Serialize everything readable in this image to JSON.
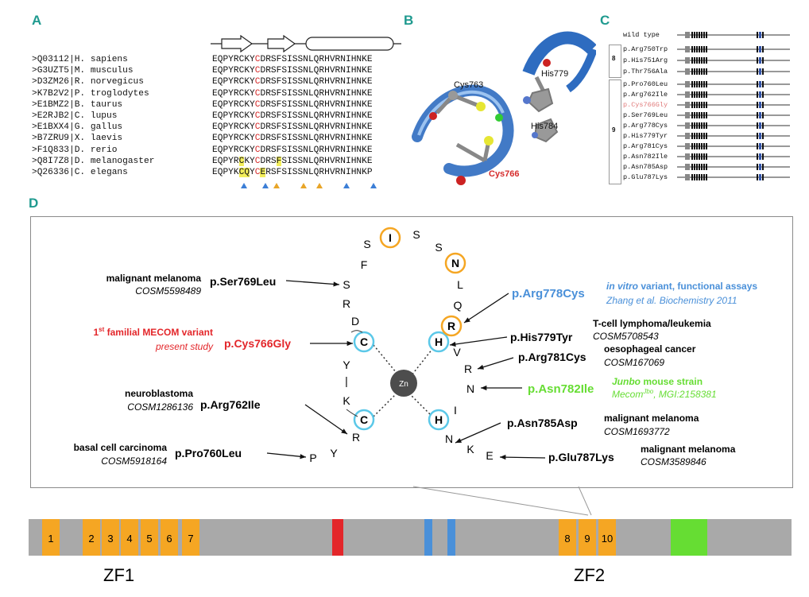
{
  "panels": {
    "a": "A",
    "b": "B",
    "c": "C",
    "d": "D"
  },
  "alignment": {
    "rows": [
      {
        "id": ">Q03112|H. sapiens",
        "seq_pre": "EQPYRCKY",
        "seq_red": "C",
        "seq_post": "DRSFSISSNLQRHVRNIHNKE"
      },
      {
        "id": ">G3UZT5|M. musculus",
        "seq_pre": "EQPYRCKY",
        "seq_red": "C",
        "seq_post": "DRSFSISSNLQRHVRNIHNKE"
      },
      {
        "id": ">D3ZM26|R. norvegicus",
        "seq_pre": "EQPYRCKY",
        "seq_red": "C",
        "seq_post": "DRSFSISSNLQRHVRNIHNKE"
      },
      {
        "id": ">K7B2V2|P. troglodytes",
        "seq_pre": "EQPYRCKY",
        "seq_red": "C",
        "seq_post": "DRSFSISSNLQRHVRNIHNKE"
      },
      {
        "id": ">E1BMZ2|B. taurus",
        "seq_pre": "EQPYRCKY",
        "seq_red": "C",
        "seq_post": "DRSFSISSNLQRHVRNIHNKE"
      },
      {
        "id": ">E2RJB2|C. lupus",
        "seq_pre": "EQPYRCKY",
        "seq_red": "C",
        "seq_post": "DRSFSISSNLQRHVRNIHNKE"
      },
      {
        "id": ">E1BXX4|G. gallus",
        "seq_pre": "EQPYRCKY",
        "seq_red": "C",
        "seq_post": "DRSFSISSNLQRHVRNIHNKE"
      },
      {
        "id": ">B7ZRU9|X. laevis",
        "seq_pre": "EQPYRCKY",
        "seq_red": "C",
        "seq_post": "DRSFSISSNLQRHVRNIHNKE"
      },
      {
        "id": ">F1Q833|D. rerio",
        "seq_pre": "EQPYRCKY",
        "seq_red": "C",
        "seq_post": "DRSFSISSNLQRHVRNIHNKE"
      },
      {
        "id": ">Q8I7Z8|D. melanogaster",
        "seq_pre": "EQPYRCKY",
        "seq_red": "C",
        "seq_post": "DRSFSISSNLQRHVRNIHNKE"
      },
      {
        "id": ">Q26336|C. elegans",
        "seq_pre": "EQPYKCQY",
        "seq_red": "C",
        "seq_post": "ERSFSISSNLQRHVRNIHNKP"
      }
    ]
  },
  "structure": {
    "cys763": "Cys763",
    "his779": "His779",
    "his784": "His784",
    "cys766": "Cys766"
  },
  "constructs": {
    "wild_type": "wild type",
    "group8_label": "8",
    "group9_label": "9",
    "group8": [
      "p.Arg750Trp",
      "p.His751Arg",
      "p.Thr756Ala"
    ],
    "group9": [
      "p.Pro760Leu",
      "p.Arg762Ile",
      "p.Cys766Gly",
      "p.Ser769Leu",
      "p.Arg778Cys",
      "p.His779Tyr",
      "p.Arg781Cys",
      "p.Asn782Ile",
      "p.Asn785Asp",
      "p.Glu787Lys"
    ]
  },
  "zinc_finger": {
    "zn": "Zn",
    "residues": {
      "P": "P",
      "Y": "Y",
      "R1": "R",
      "C1": "C",
      "K": "K",
      "Y2": "Y",
      "bar": "|",
      "C2": "C",
      "D": "D",
      "R2": "R",
      "S1": "S",
      "F": "F",
      "S2": "S",
      "I": "I",
      "S3": "S",
      "S4": "S",
      "N1": "N",
      "L": "L",
      "Q": "Q",
      "R3": "R",
      "H1": "H",
      "V": "V",
      "R4": "R",
      "N2": "N",
      "I2": "I",
      "H2": "H",
      "N3": "N",
      "K2": "K",
      "E": "E"
    },
    "annotations": {
      "ser769": {
        "mut": "p.Ser769Leu",
        "disease": "malignant  melanoma",
        "cosm": "COSM5598489"
      },
      "cys766": {
        "mut": "p.Cys766Gly",
        "disease_pre": "1",
        "disease_sup": "st",
        "disease_post": " familial MECOM variant",
        "sub": "present study"
      },
      "arg762": {
        "mut": "p.Arg762Ile",
        "disease": "neuroblastoma",
        "cosm": "COSM1286136"
      },
      "pro760": {
        "mut": "p.Pro760Leu",
        "disease": "basal cell carcinoma",
        "cosm": "COSM5918164"
      },
      "arg778": {
        "mut": "p.Arg778Cys",
        "desc_italic": "in vitro",
        "desc": " variant, functional assays",
        "ref": "Zhang et al. Biochemistry 2011"
      },
      "his779": {
        "mut": "p.His779Tyr",
        "disease": "T-cell lymphoma/leukemia",
        "cosm": "COSM5708543"
      },
      "arg781": {
        "mut": "p.Arg781Cys",
        "disease": "oesophageal cancer",
        "cosm": "COSM167069"
      },
      "asn782": {
        "mut": "p.Asn782Ile",
        "disease_italic": "Junbo",
        "disease": " mouse strain",
        "ref_pre": "Mecom",
        "ref_sup": "Jbo",
        "ref_post": ", MGI:2158381"
      },
      "asn785": {
        "mut": "p.Asn785Asp",
        "disease": "malignant melanoma",
        "cosm": "COSM1693772"
      },
      "glu787": {
        "mut": "p.Glu787Lys",
        "disease": "malignant melanoma",
        "cosm": "COSM3589846"
      }
    }
  },
  "protein_bar": {
    "zf1_fingers": [
      "1",
      "2",
      "3",
      "4",
      "5",
      "6",
      "7"
    ],
    "zf2_fingers": [
      "8",
      "9",
      "10"
    ],
    "zf1_label": "ZF1",
    "zf2_label": "ZF2"
  },
  "colors": {
    "teal": "#1f9a8f",
    "red": "#e3262a",
    "blue": "#4a90d9",
    "green": "#66dd33",
    "orange": "#f5a623",
    "cyan_ring": "#5bc8e8",
    "gray_bar": "#a9a9a9"
  }
}
